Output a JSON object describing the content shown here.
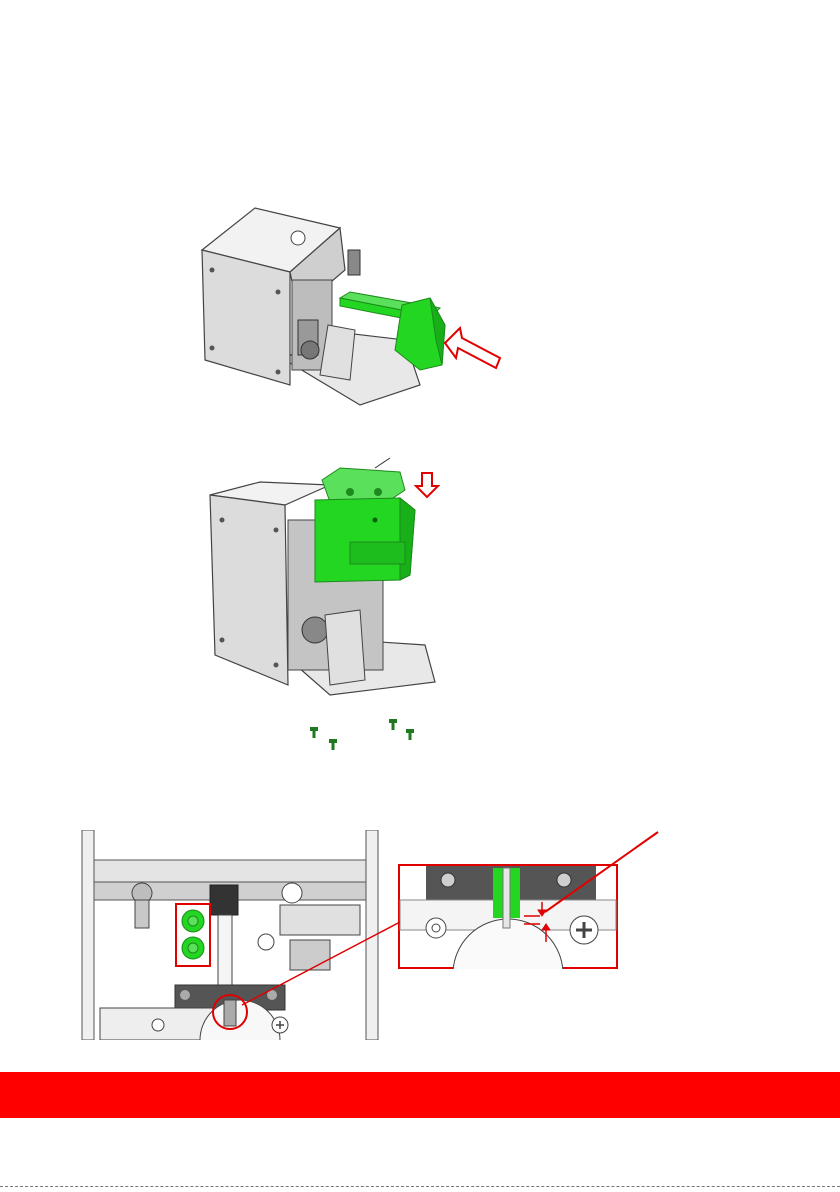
{
  "page": {
    "steps": [
      {
        "id": "step-1",
        "callout": "slide-in-arrow"
      },
      {
        "id": "step-2",
        "callout": "press-down-arrow"
      }
    ],
    "detail": {
      "callouts": [
        "screw-pair-highlight",
        "clearance-gap-arrows"
      ]
    }
  },
  "colors": {
    "accent_red": "#ff0000",
    "part_green": "#22d622",
    "screw_green": "#1f7a1f",
    "metal_light": "#e6e6e6",
    "metal_mid": "#bdbdbd",
    "metal_dark": "#555555"
  },
  "footer": {
    "bar_color": "#ff0000"
  }
}
